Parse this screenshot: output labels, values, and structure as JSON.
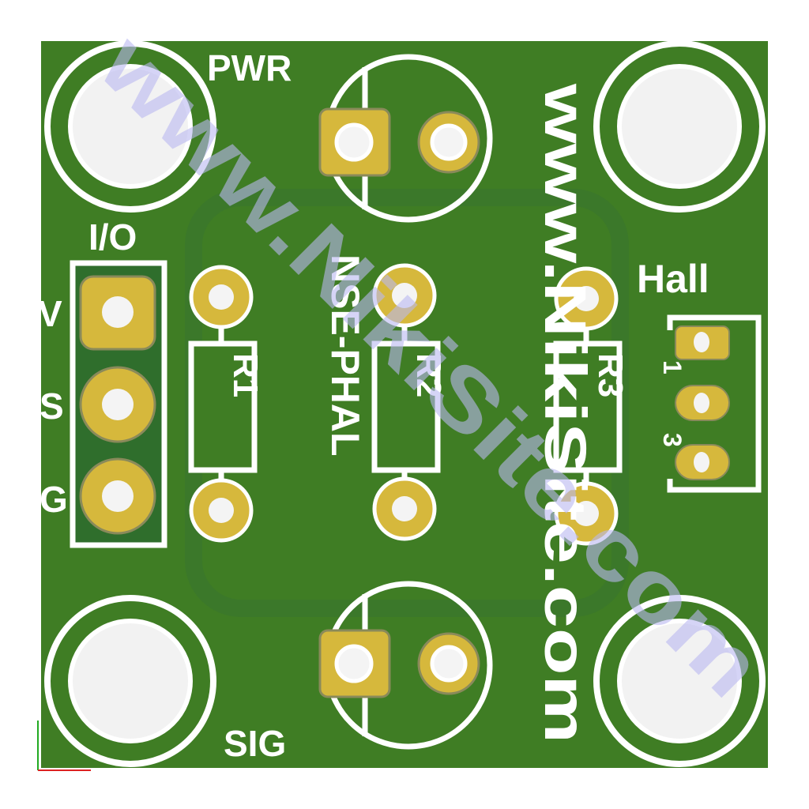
{
  "board": {
    "colors": {
      "soldermask": "#3f7d24",
      "pad": "#d6b83c",
      "silkscreen": "#ffffff",
      "watermark": "#b9b8f0"
    },
    "labels": {
      "pwr": "PWR",
      "sig": "SIG",
      "io": "I/O",
      "v": "V",
      "s": "S",
      "g": "G",
      "hall": "Hall",
      "pin1": "1",
      "pin3": "3",
      "part": "NSE-PHAL",
      "site": "www.NikiSite.com",
      "r1": "R1",
      "r2": "R2",
      "r3": "R3"
    },
    "watermark": "www.NikiSite.com"
  }
}
